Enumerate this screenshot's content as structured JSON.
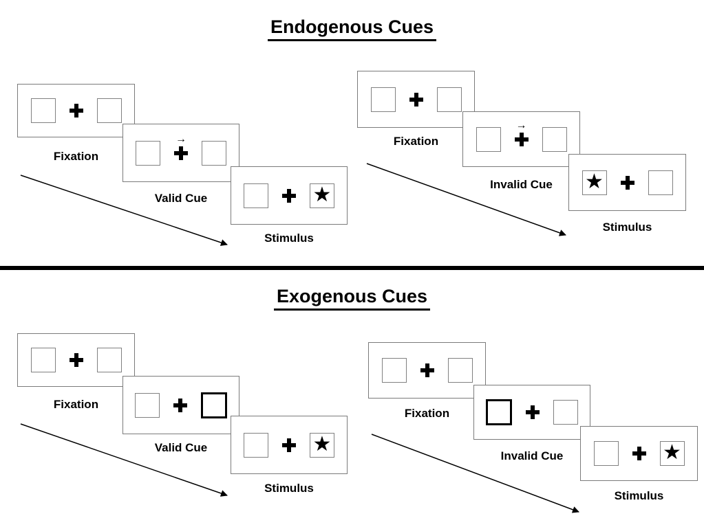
{
  "sections": [
    {
      "id": "endogenous",
      "title": "Endogenous Cues",
      "sequences": [
        {
          "id": "valid",
          "panels": [
            {
              "label": "Fixation",
              "type": "fixation"
            },
            {
              "label": "Valid Cue",
              "type": "arrow-cue"
            },
            {
              "label": "Stimulus",
              "type": "star-right"
            }
          ]
        },
        {
          "id": "invalid",
          "panels": [
            {
              "label": "Fixation",
              "type": "fixation"
            },
            {
              "label": "Invalid Cue",
              "type": "arrow-cue"
            },
            {
              "label": "Stimulus",
              "type": "star-left"
            }
          ]
        }
      ]
    },
    {
      "id": "exogenous",
      "title": "Exogenous Cues",
      "sequences": [
        {
          "id": "valid",
          "panels": [
            {
              "label": "Fixation",
              "type": "fixation"
            },
            {
              "label": "Valid Cue",
              "type": "box-cue-right"
            },
            {
              "label": "Stimulus",
              "type": "star-right"
            }
          ]
        },
        {
          "id": "invalid",
          "panels": [
            {
              "label": "Fixation",
              "type": "fixation"
            },
            {
              "label": "Invalid Cue",
              "type": "box-cue-left"
            },
            {
              "label": "Stimulus",
              "type": "star-right"
            }
          ]
        }
      ]
    }
  ],
  "icons": {
    "fixation_cross": "+",
    "star": "★",
    "cue_arrow": "→"
  },
  "colors": {
    "ink": "#000000",
    "panel_border": "#7a7a7a"
  }
}
